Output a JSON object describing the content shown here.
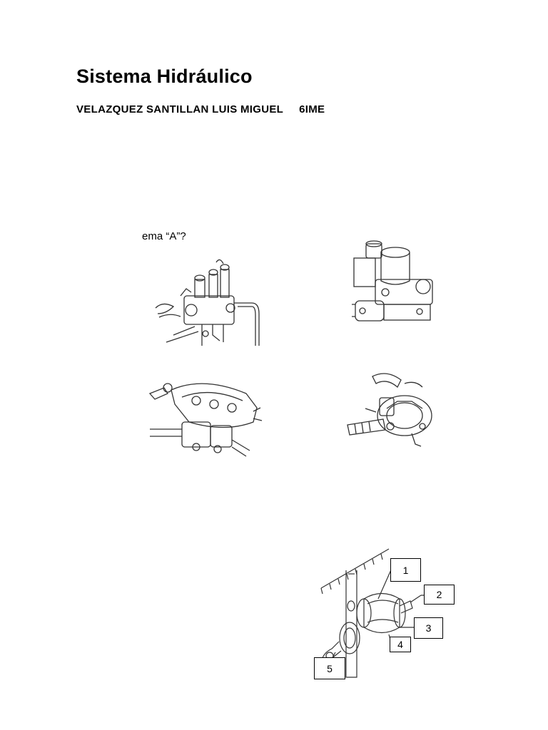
{
  "document": {
    "title": "Sistema Hidráulico",
    "author": "VELAZQUEZ SANTILLAN LUIS MIGUEL",
    "group": "6IME",
    "question_fragment": "ema “A”?"
  },
  "figures": [
    {
      "name": "hydraulic-valve-drawing"
    },
    {
      "name": "valve-block-drawing"
    },
    {
      "name": "pump-assembly-drawing"
    },
    {
      "name": "steering-gear-drawing"
    },
    {
      "name": "solenoid-actuator-drawing"
    }
  ],
  "callouts": [
    "1",
    "2",
    "3",
    "4",
    "5"
  ]
}
